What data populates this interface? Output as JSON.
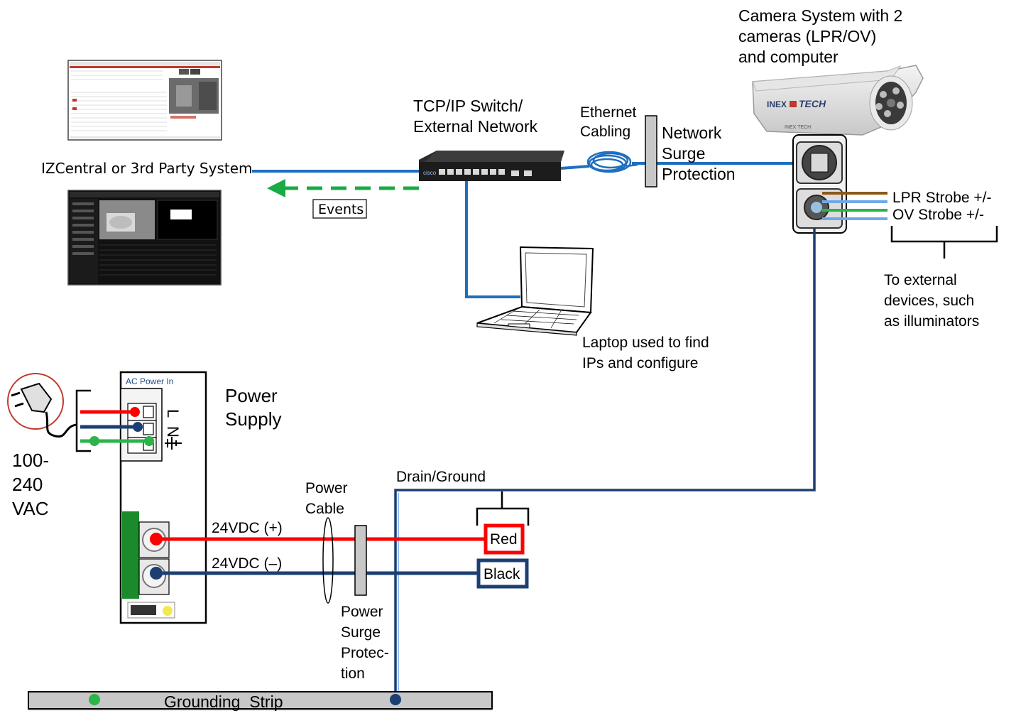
{
  "labels": {
    "camera_system": [
      "Camera System with 2",
      "cameras (LPR/OV)",
      "and computer"
    ],
    "camera_brand": "INEX",
    "camera_brand_2": "TECH",
    "tcp_switch": [
      "TCP/IP Switch/",
      "External Network"
    ],
    "ethernet_cabling": [
      "Ethernet",
      "Cabling"
    ],
    "network_surge": [
      "Network",
      "Surge",
      "Protection"
    ],
    "izcentral": "IZCentral or 3rd Party System",
    "events": "Events",
    "lpr_strobe": "LPR Strobe +/-",
    "ov_strobe": "OV Strobe +/-",
    "external_devices": [
      "To external",
      "devices, such",
      "as illuminators"
    ],
    "laptop": [
      "Laptop used to find",
      "IPs and configure"
    ],
    "ac_power_in": "AC Power In",
    "power_supply": [
      "Power",
      "Supply"
    ],
    "terminal_l": "L",
    "terminal_n": "N",
    "voltage": [
      "100-",
      "240",
      "VAC"
    ],
    "power_cable": [
      "Power",
      "Cable"
    ],
    "drain_ground": "Drain/Ground",
    "vdc_plus": "24VDC (+)",
    "vdc_minus": "24VDC (–)",
    "red": "Red",
    "black": "Black",
    "power_surge": [
      "Power",
      "Surge",
      "Protec-",
      "tion"
    ],
    "grounding_strip": "Grounding  Strip"
  },
  "colors": {
    "ethernet_blue": "#1f6fbf",
    "power_navy": "#1c3f73",
    "red_wire": "#ff0000",
    "green_wire": "#2db34a",
    "events_green": "#1aab45",
    "strobe_brown": "#8b5a1a",
    "strobe_lightblue": "#6fa8e8",
    "surge_gray": "#c8c8c8"
  }
}
